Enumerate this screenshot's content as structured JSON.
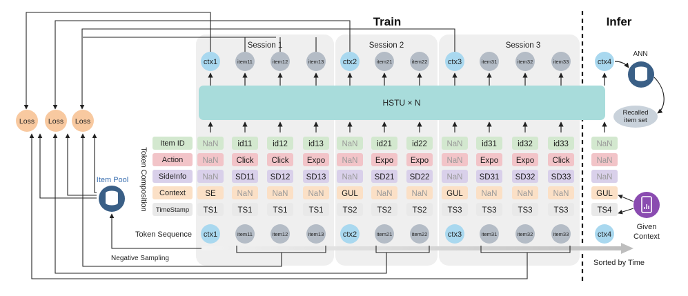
{
  "headers": {
    "train": "Train",
    "infer": "Infer"
  },
  "sessions": [
    "Session 1",
    "Session 2",
    "Session 3"
  ],
  "top_tokens": [
    "ctx1",
    "item11",
    "item12",
    "item13",
    "ctx2",
    "item21",
    "item22",
    "ctx3",
    "item31",
    "item32",
    "item33",
    "ctx4"
  ],
  "hstu_label": "HSTU × N",
  "ann_label": "ANN",
  "recalled_label": [
    "Recalled",
    "item set"
  ],
  "loss_label": "Loss",
  "item_pool_label": "Item Pool",
  "token_composition_label": "Token Composition",
  "row_labels": [
    "Item ID",
    "Action",
    "SideInfo",
    "Context",
    "TimeStamp"
  ],
  "token_sequence_label": "Token Sequence",
  "rows": {
    "item_id": [
      "NaN",
      "id11",
      "id12",
      "id13",
      "NaN",
      "id21",
      "id22",
      "NaN",
      "id31",
      "id32",
      "id33",
      "NaN"
    ],
    "action": [
      "NaN",
      "Click",
      "Click",
      "Expo",
      "NaN",
      "Expo",
      "Expo",
      "NaN",
      "Expo",
      "Expo",
      "Click",
      "NaN"
    ],
    "sideinfo": [
      "NaN",
      "SD11",
      "SD12",
      "SD13",
      "NaN",
      "SD21",
      "SD22",
      "NaN",
      "SD31",
      "SD32",
      "SD33",
      "NaN"
    ],
    "context": [
      "SE",
      "NaN",
      "NaN",
      "NaN",
      "GUL",
      "NaN",
      "NaN",
      "GUL",
      "NaN",
      "NaN",
      "NaN",
      "GUL"
    ],
    "timestamp": [
      "TS1",
      "TS1",
      "TS1",
      "TS1",
      "TS2",
      "TS2",
      "TS2",
      "TS3",
      "TS3",
      "TS3",
      "TS3",
      "TS4"
    ]
  },
  "bottom_tokens": [
    "ctx1",
    "item11",
    "item12",
    "item13",
    "ctx2",
    "item21",
    "item22",
    "ctx3",
    "item31",
    "item32",
    "item33",
    "ctx4"
  ],
  "negative_sampling_label": "Negative Sampling",
  "given_context_label": [
    "Given",
    "Context"
  ],
  "sorted_by_time_label": "Sorted by Time",
  "colors": {
    "ctx_circle": "#a9d8ef",
    "item_circle": "#b4bcc6",
    "hstu": "#a8dcdb",
    "loss": "#f8c9a0",
    "item_id": "#d3e8cf",
    "action": "#f2c4c8",
    "sideinfo": "#d9d0ea",
    "context": "#fbe0c6",
    "timestamp": "#e9e9e9",
    "session_bg": "#efefef",
    "db": "#3a5f86",
    "recalled": "#c9d2db",
    "given_context": "#8a4bb0"
  }
}
